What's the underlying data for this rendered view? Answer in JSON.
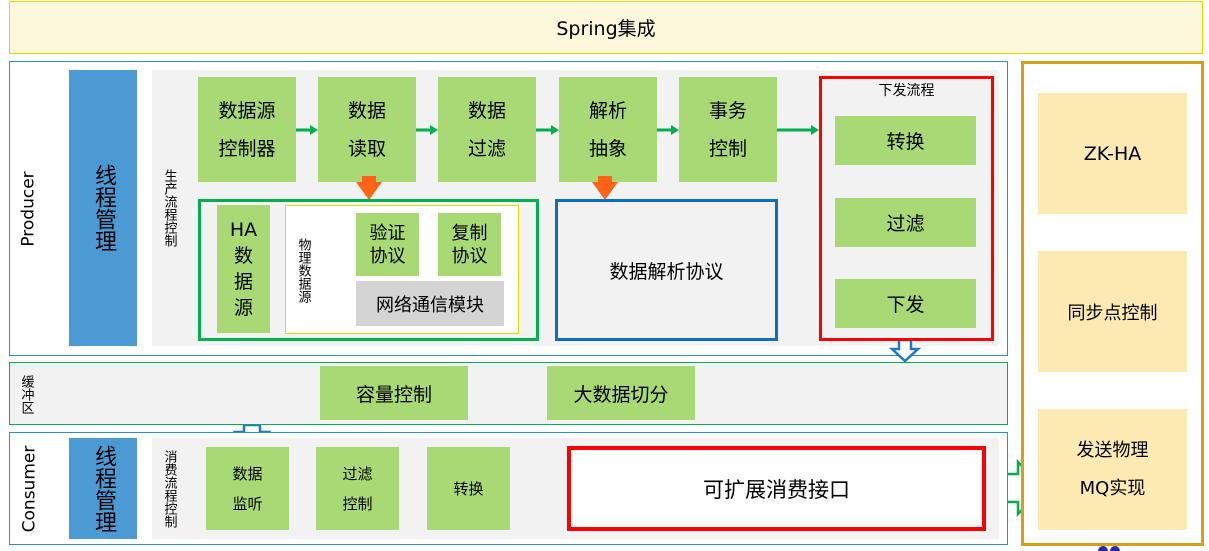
{
  "header": {
    "title": "Spring集成"
  },
  "producer": {
    "label": "Producer",
    "thread_mgmt": "线程管理",
    "flow_label": "生产流程控制",
    "pipeline": [
      {
        "line1": "数据源",
        "line2": "控制器"
      },
      {
        "line1": "数据",
        "line2": "读取"
      },
      {
        "line1": "数据",
        "line2": "过滤"
      },
      {
        "line1": "解析",
        "line2": "抽象"
      },
      {
        "line1": "事务",
        "line2": "控制"
      }
    ],
    "datasource_group": {
      "ha_label": "HA数据源",
      "ha_lines": [
        "HA",
        "数",
        "据",
        "源"
      ],
      "physical_label": "物理数据源",
      "verify": {
        "line1": "验证",
        "line2": "协议"
      },
      "replicate": {
        "line1": "复制",
        "line2": "协议"
      },
      "network": "网络通信模块"
    },
    "parse_protocol": "数据解析协议",
    "dispatch": {
      "title": "下发流程",
      "steps": [
        "转换",
        "过滤",
        "下发"
      ]
    }
  },
  "buffer": {
    "label": "缓冲区",
    "items": [
      "容量控制",
      "大数据切分"
    ]
  },
  "consumer": {
    "label": "Consumer",
    "thread_mgmt": "线程管理",
    "flow_label": "消费流程控制",
    "pipeline": [
      {
        "line1": "数据",
        "line2": "监听"
      },
      {
        "line1": "过滤",
        "line2": "控制"
      },
      {
        "line1": "转换",
        "line2": ""
      }
    ],
    "extensible": "可扩展消费接口"
  },
  "right_panel": {
    "items": [
      {
        "line1": "ZK-HA",
        "line2": ""
      },
      {
        "line1": "同步点控制",
        "line2": ""
      },
      {
        "line1": "发送物理",
        "line2": "MQ实现"
      }
    ]
  },
  "colors": {
    "green_box": "#a9d975",
    "thread_blue": "#4b9ad4",
    "producer_border": "#2a8fdb",
    "header_bg": "#fdf8dc",
    "header_border": "#e6d800",
    "red_border": "#ff0000",
    "orange_arrow": "#ff6315",
    "gold_border": "#d4a017",
    "gold_fill": "#fdeab3"
  }
}
